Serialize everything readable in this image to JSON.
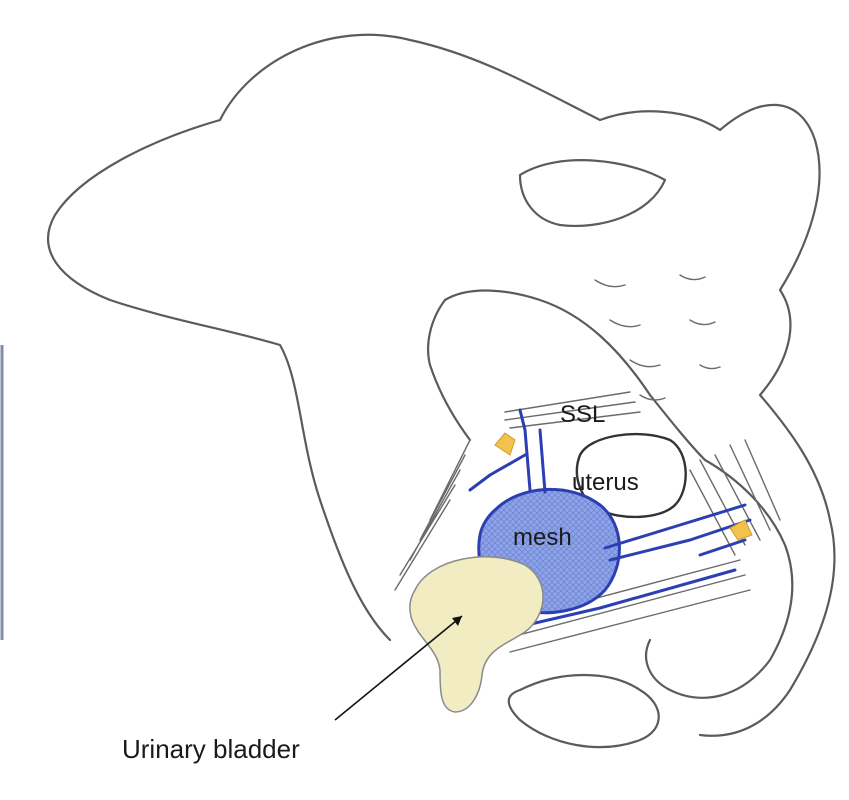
{
  "labels": {
    "ssl": "SSL",
    "uterus": "uterus",
    "mesh": "mesh",
    "bladder": "Urinary bladder"
  },
  "colors": {
    "outline": "#5b5b5b",
    "mesh_fill": "#8fa4e6",
    "mesh_border": "#2b3fb3",
    "bladder_fill": "#f1ecc2",
    "anchor_fill": "#f2c14e"
  }
}
